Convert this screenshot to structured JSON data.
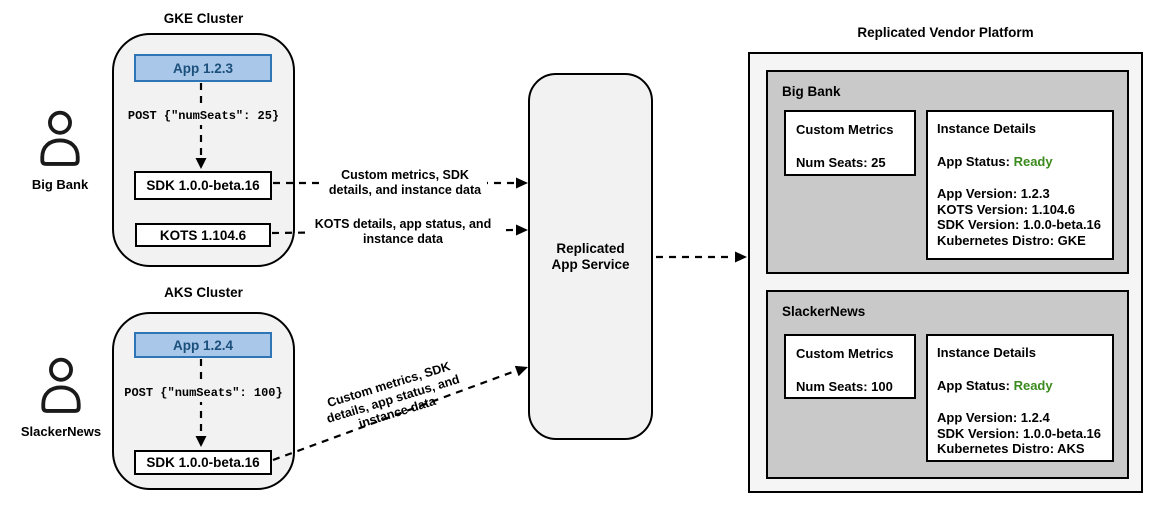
{
  "colors": {
    "app_fill": "#a9c7e8",
    "app_border": "#2e75b5",
    "app_text": "#1b4f7c",
    "status_ready_green": "#3a8a1d",
    "panel_gray": "#c9c9c9",
    "cluster_gray": "#f2f2f2",
    "platform_bg": "#f5f5f5"
  },
  "actors": [
    {
      "label": "Big Bank"
    },
    {
      "label": "SlackerNews"
    }
  ],
  "clusters": [
    {
      "title": "GKE Cluster",
      "app_label": "App 1.2.3",
      "post_label": "POST {\"numSeats\": 25}",
      "sdk_label": "SDK 1.0.0-beta.16",
      "kots_label": "KOTS 1.104.6"
    },
    {
      "title": "AKS Cluster",
      "app_label": "App 1.2.4",
      "post_label": "POST {\"numSeats\": 100}",
      "sdk_label": "SDK 1.0.0-beta.16"
    }
  ],
  "connectors": [
    {
      "label": "Custom metrics, SDK details, and instance data"
    },
    {
      "label": "KOTS details, app status, and instance data"
    },
    {
      "label": "Custom metrics, SDK details, app status, and instance data"
    }
  ],
  "service": {
    "label": "Replicated App Service"
  },
  "platform": {
    "title": "Replicated Vendor Platform",
    "panels": [
      {
        "name": "Big Bank",
        "custom_metrics": {
          "title": "Custom Metrics",
          "value": "Num Seats: 25"
        },
        "instance_details": {
          "title": "Instance Details",
          "status_label": "App Status:",
          "status_value": "Ready",
          "lines": [
            "App Version: 1.2.3",
            "KOTS Version: 1.104.6",
            "SDK Version: 1.0.0-beta.16",
            "Kubernetes Distro: GKE"
          ]
        }
      },
      {
        "name": "SlackerNews",
        "custom_metrics": {
          "title": "Custom Metrics",
          "value": "Num Seats: 100"
        },
        "instance_details": {
          "title": "Instance Details",
          "status_label": "App Status:",
          "status_value": "Ready",
          "lines": [
            "App Version: 1.2.4",
            "SDK Version: 1.0.0-beta.16",
            "Kubernetes Distro: AKS"
          ]
        }
      }
    ]
  }
}
